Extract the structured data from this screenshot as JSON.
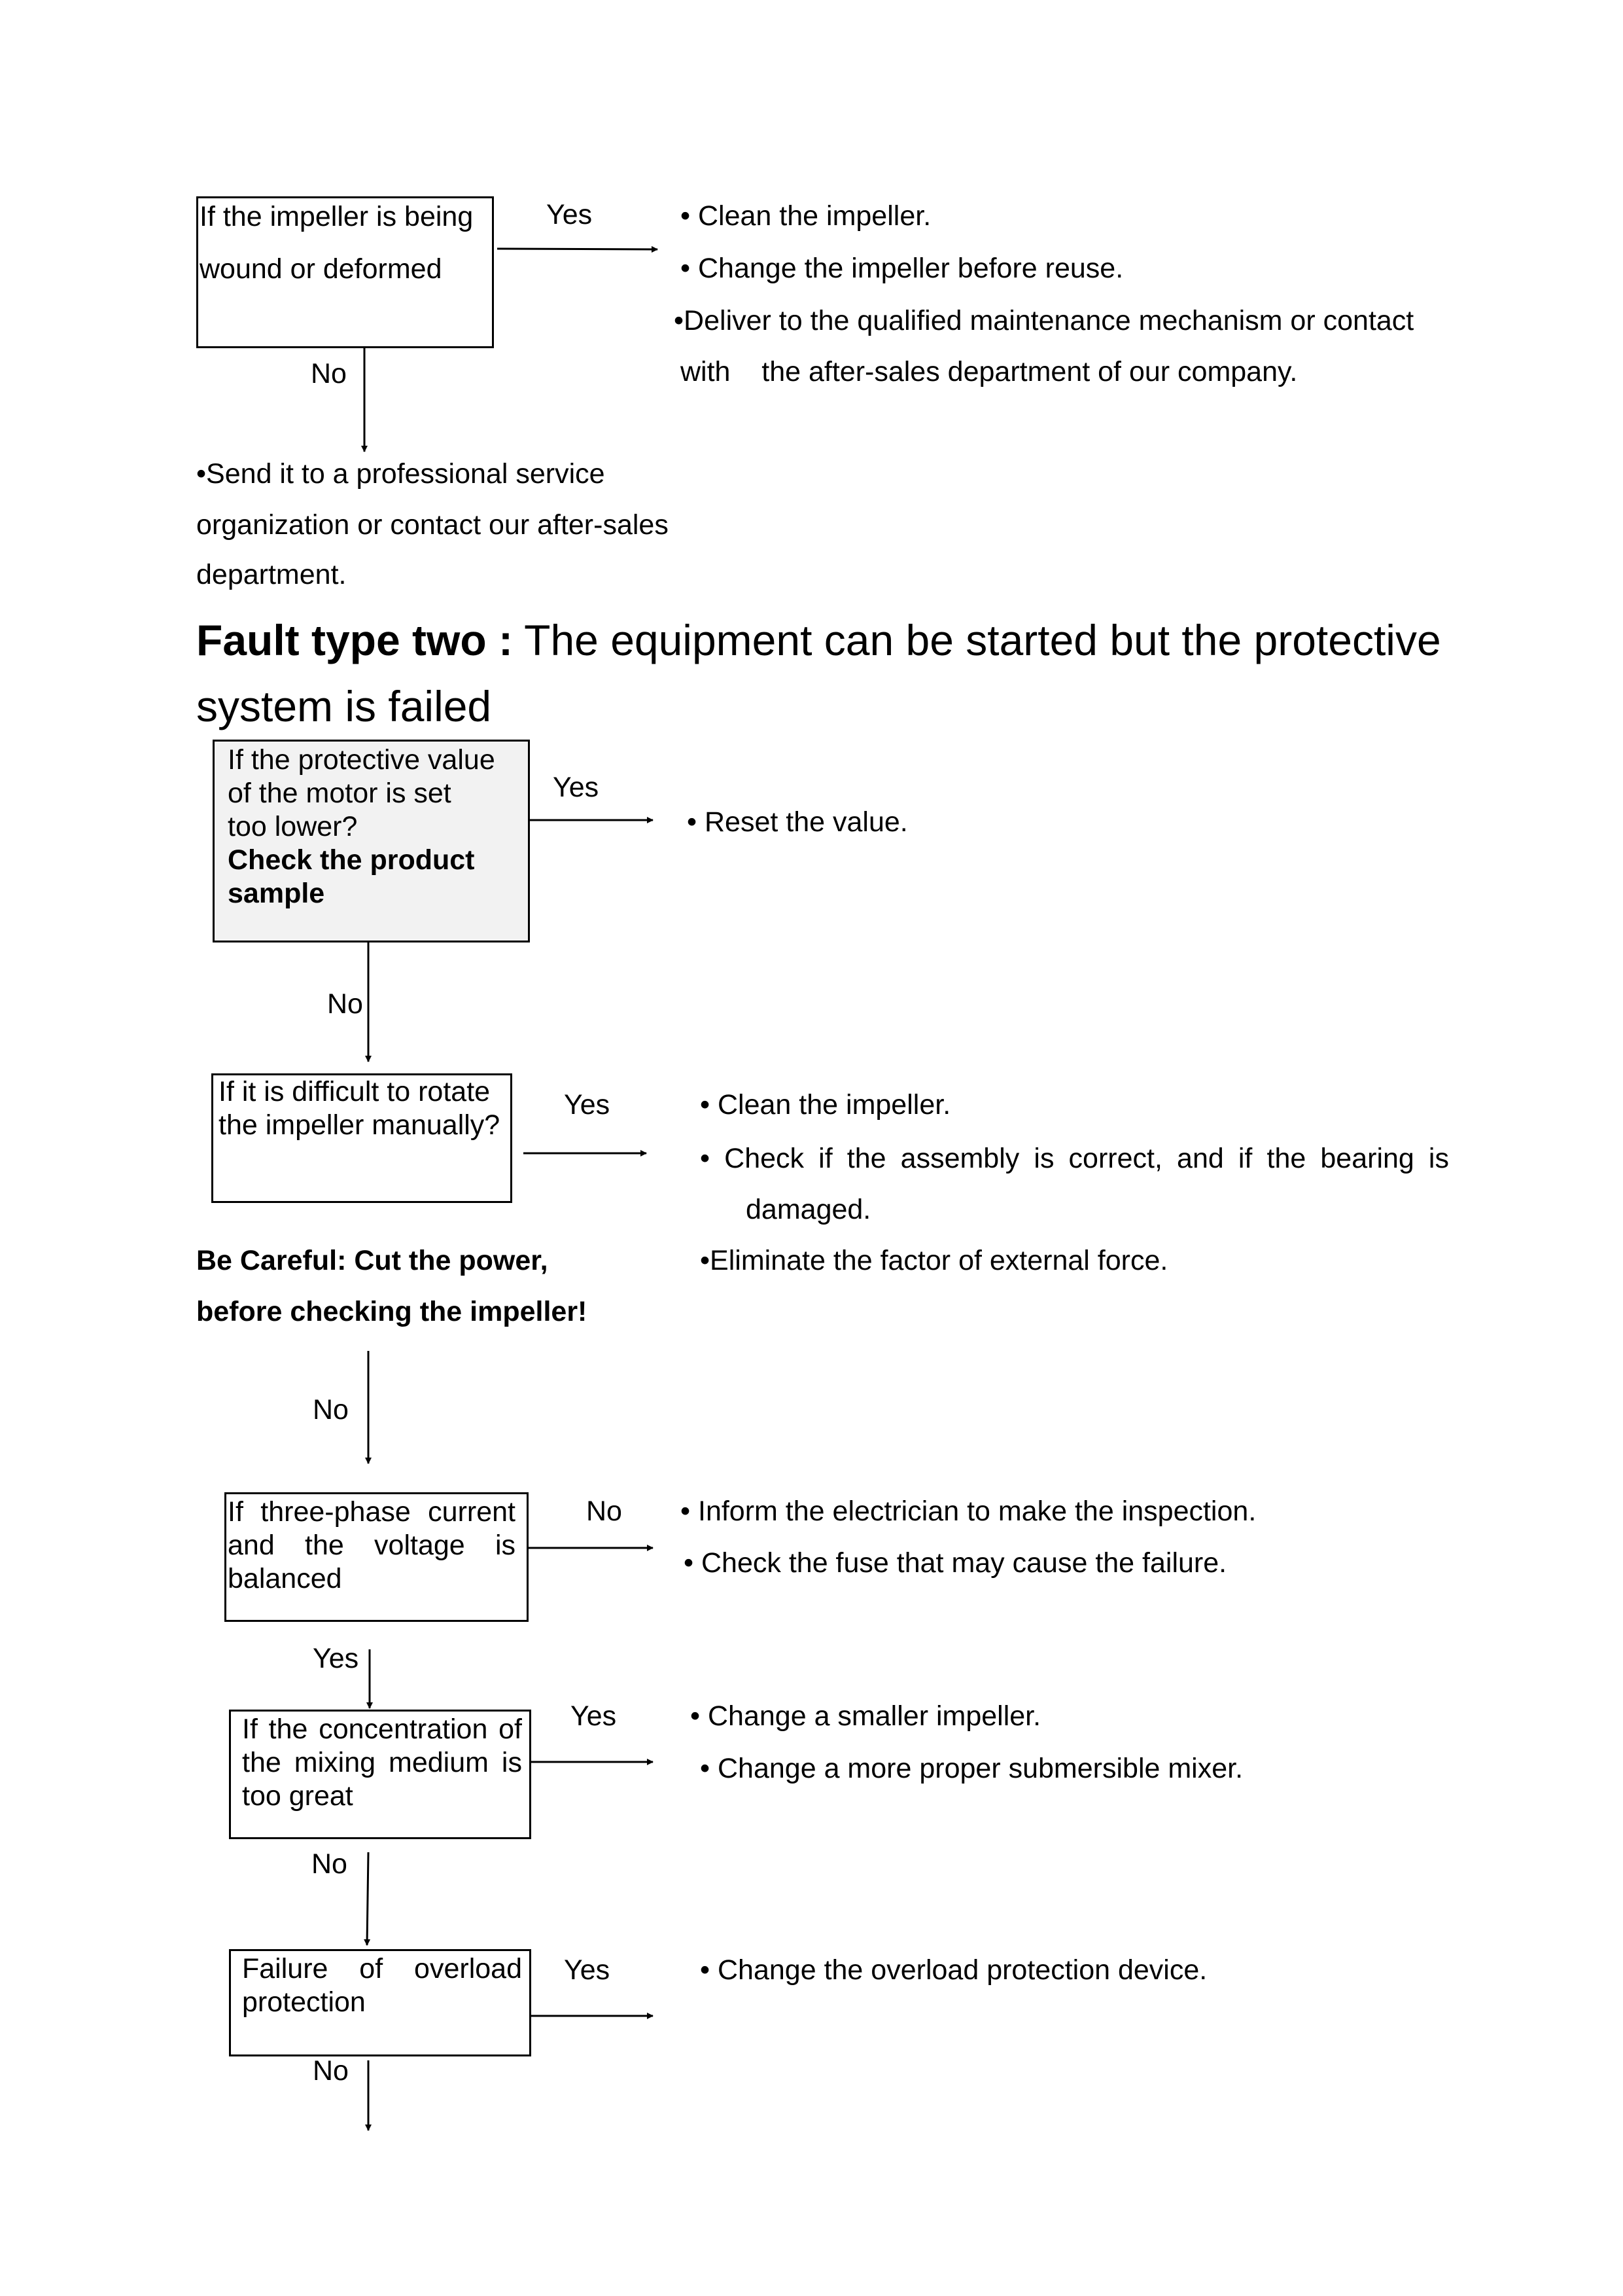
{
  "block1": {
    "box_line1": "If the impeller is being",
    "box_line2": "wound or deformed",
    "yes_label": "Yes",
    "no_label": "No",
    "actions": [
      "• Clean the impeller.",
      "• Change the impeller before reuse.",
      "•Deliver to the qualified maintenance mechanism or contact",
      "with    the after-sales department of our company."
    ],
    "no_action": [
      "•Send it to a professional service",
      "organization or contact our after-sales",
      "department."
    ]
  },
  "section": {
    "title_bold": "Fault type two :",
    "title_rest": " The equipment can be started but the protective",
    "title_line2": "system is failed"
  },
  "step1": {
    "lines": [
      "If the protective value",
      "of the motor is set",
      "too lower?"
    ],
    "bold_lines": [
      "Check the product",
      "sample"
    ],
    "yes_label": "Yes",
    "no_label": "No",
    "action": "• Reset the value."
  },
  "step2": {
    "line1": "If it is difficult to rotate",
    "line2": "the impeller manually?",
    "yes_label": "Yes",
    "no_label": "No",
    "actions": [
      "• Clean the impeller.",
      "• Check if the assembly is correct, and if the bearing is",
      "damaged.",
      "•Eliminate the factor of external force."
    ],
    "warning_line1": "Be Careful: Cut the power,",
    "warning_line2": "before checking the impeller!"
  },
  "step3": {
    "line1": "If three-phase current",
    "line2": "and the voltage is",
    "line3": "balanced",
    "no_label": "No",
    "yes_label": "Yes",
    "actions": [
      "• Inform the electrician to make the inspection.",
      "• Check the fuse that may cause the failure."
    ]
  },
  "step4": {
    "line1": "If the concentration of",
    "line2": "the mixing medium is",
    "line3": "too great",
    "yes_label": "Yes",
    "no_label": "No",
    "actions": [
      "• Change a smaller impeller.",
      "• Change a more proper submersible mixer."
    ]
  },
  "step5": {
    "line1": "Failure of overload",
    "line2": "protection",
    "yes_label": "Yes",
    "no_label": "No",
    "action": "• Change the overload protection device."
  }
}
